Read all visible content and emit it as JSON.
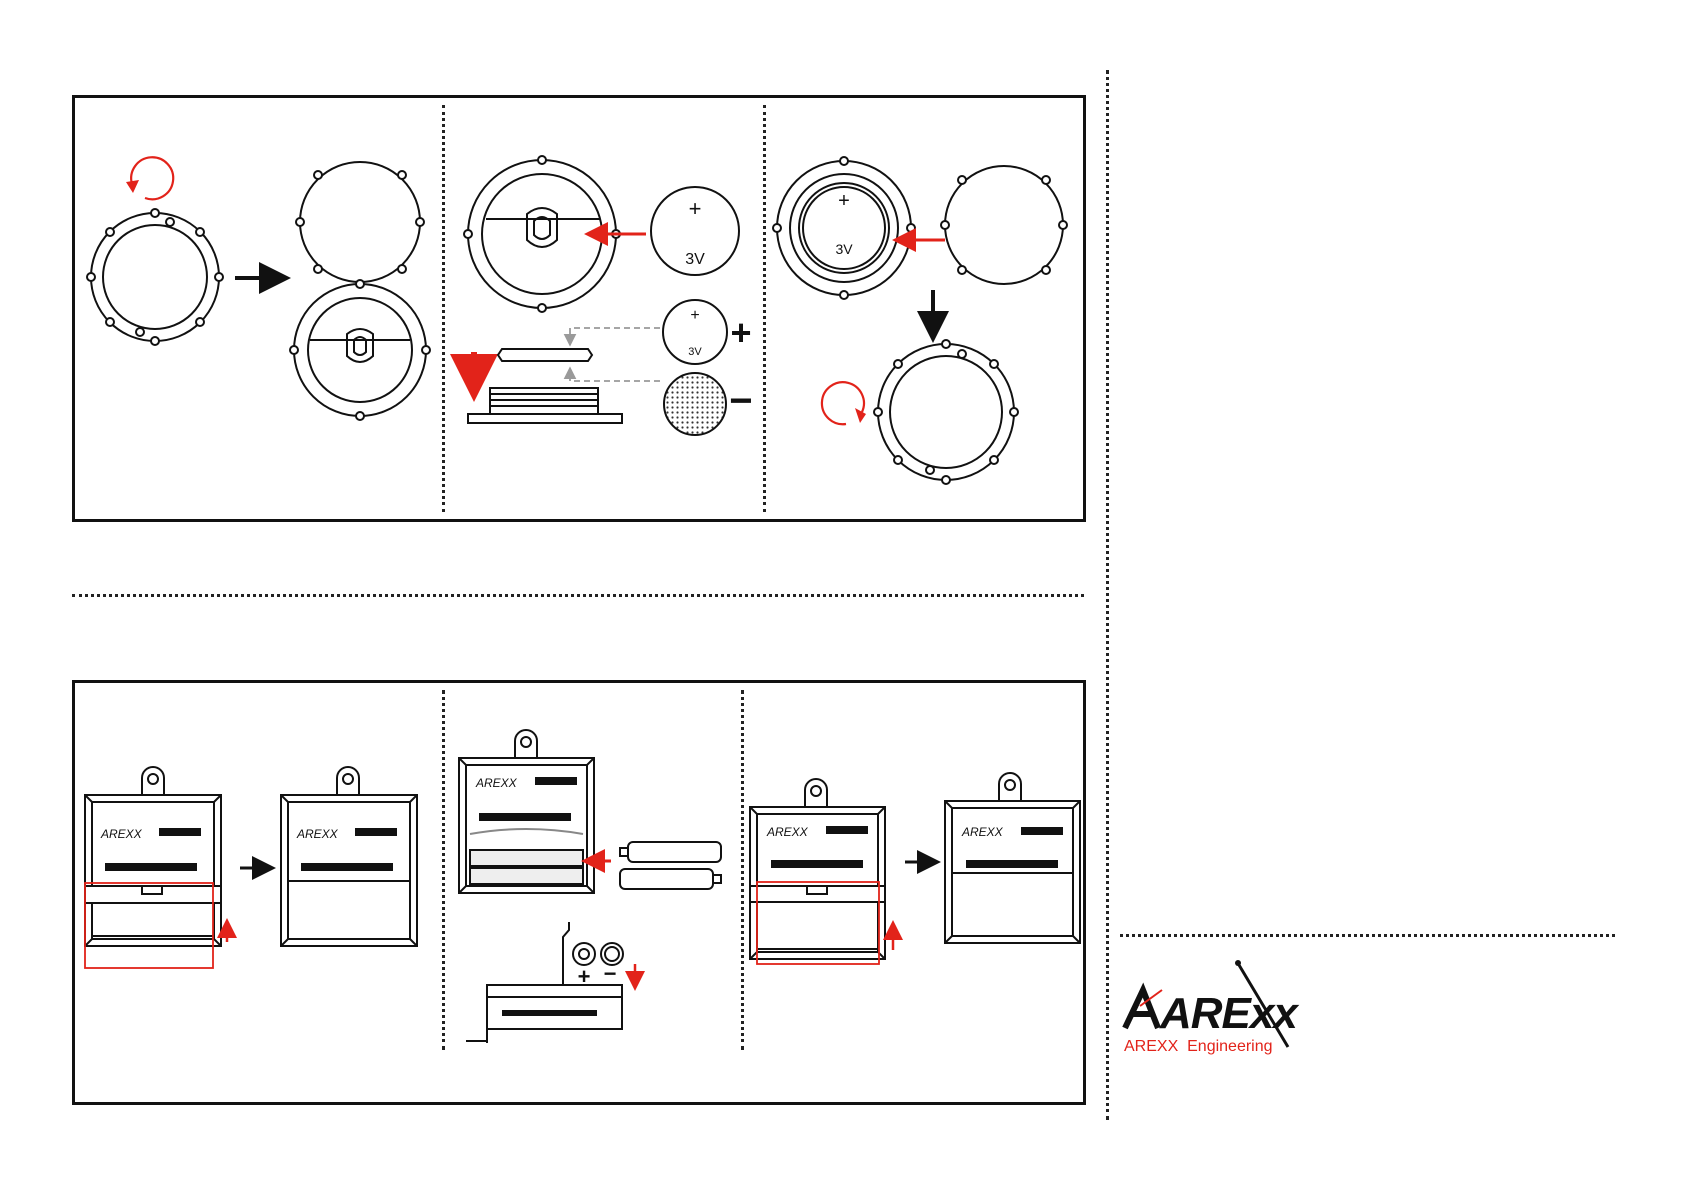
{
  "battery": {
    "plus_sign": "+",
    "minus_sign": "−",
    "voltage": "3V"
  },
  "device": {
    "logo_text": "AREXX"
  },
  "brand": {
    "logo_text": "ARExx",
    "tagline": "AREXX  Engineering"
  },
  "colors": {
    "accent": "#e2231a",
    "line": "#111111",
    "guide": "#9a9a9a"
  },
  "icons": {
    "rotate_ccw": "rotate-counterclockwise-icon",
    "rotate_cw": "rotate-clockwise-icon",
    "arrow": "arrow-icon"
  }
}
